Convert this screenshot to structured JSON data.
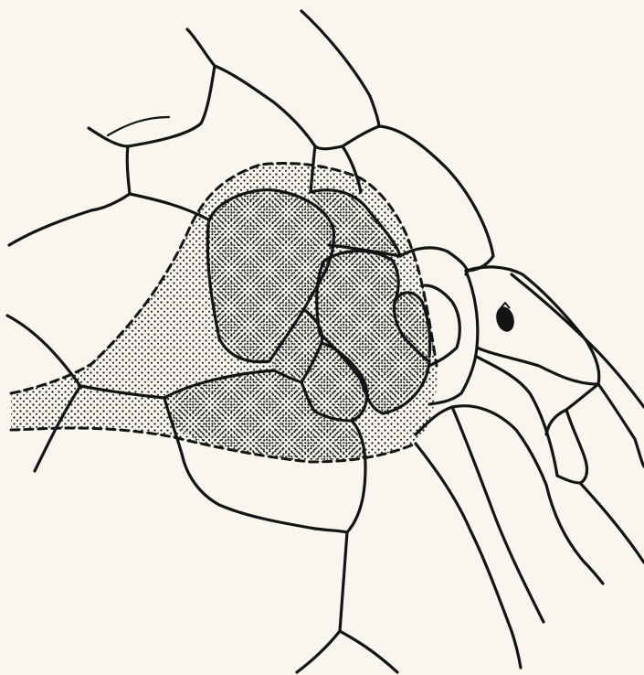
{
  "figure": {
    "background": "#f8f6ee",
    "ink_color": "#141414",
    "stipple_color": "#1a1a1a",
    "regions": [
      "stippled-tissue-zone",
      "parenchyma-cells",
      "nucleus"
    ]
  }
}
